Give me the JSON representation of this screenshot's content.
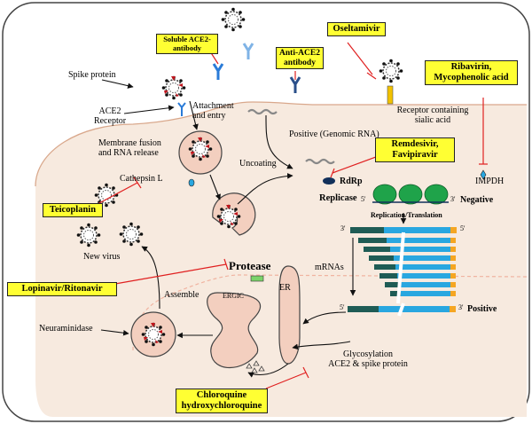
{
  "colors": {
    "cell_fill": "#f7eadf",
    "cell_border": "#d9a88c",
    "highlight": "#ffff33",
    "inhibit": "#e02020",
    "membrane_line": "#f0b3a0",
    "rna_dark": "#1f5c55",
    "rna_blue": "#29a7e0",
    "rna_orange": "#f5a623",
    "ribosome": "#1fa34a",
    "dark_blue": "#12305a"
  },
  "labels": {
    "spike_protein": "Spike protein",
    "ace2_receptor": "ACE2\nReceptor",
    "attachment": "Attachment\nand entry",
    "membrane_fusion": "Membrane fusion\nand RNA release",
    "cathepsin": "Cathepsin L",
    "uncoating": "Uncoating",
    "positive_rna": "Positive (Genomic RNA)",
    "receptor_sialic": "Receptor containing\nsialic acid",
    "rdrp": "RdRp",
    "replicase": "Replicase",
    "negative": "Negative",
    "replication": "Replication/Translation",
    "mrnas": "mRNAs",
    "positive": "Positive",
    "impdh": "IMPDH",
    "new_virus": "New virus",
    "protease": "Protease",
    "er": "ER",
    "ergic": "ERGIC",
    "assemble": "Assemble",
    "neuraminidase": "Neuraminidase",
    "glycosylation": "Glycosylation\nACE2 & spike protein",
    "five_prime": "5'",
    "three_prime": "3'"
  },
  "drugs": {
    "soluble_ace2": "Soluble ACE2-\nantibody",
    "anti_ace2": "Anti-ACE2\nantibody",
    "oseltamivir": "Oseltamivir",
    "ribavirin": "Ribavirin,\nMycophenolic acid",
    "remdesivir": "Remdesivir,\nFavipiravir",
    "teicoplanin": "Teicoplanin",
    "lopinavir": "Lopinavir/Ritonavir",
    "chloroquine": "Chloroquine\nhydroxychloroquine"
  }
}
